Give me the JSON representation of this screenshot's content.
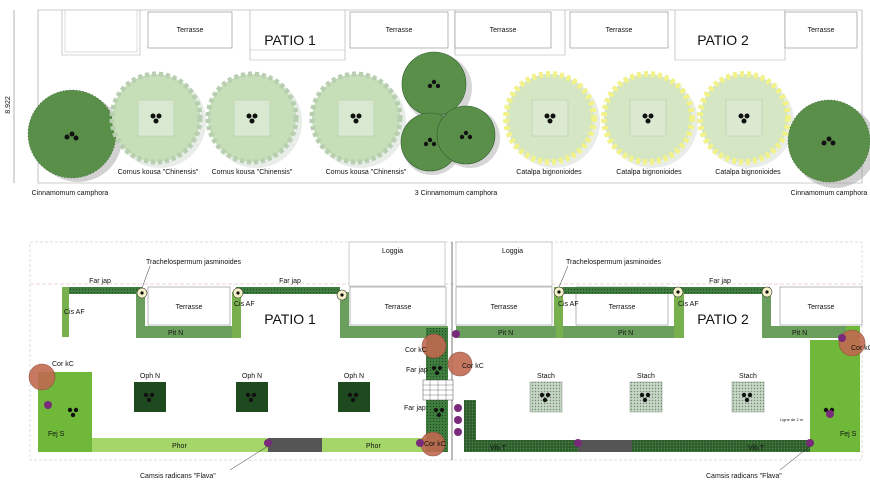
{
  "top": {
    "dimension": "8.922",
    "patio1": "PATIO 1",
    "patio2": "PATIO 2",
    "terrasse": "Terrasse",
    "cornus": "Cornus kousa \"Chinensis\"",
    "catalpa": "Catalpa bignonioides",
    "cinnamomum": "Cinnamomum camphora",
    "cinnamomum3": "3 Cinnamomum camphora"
  },
  "bottom": {
    "patio1": "PATIO 1",
    "patio2": "PATIO 2",
    "terrasse": "Terrasse",
    "loggia": "Loggia",
    "trachelospermum": "Trachelospermum jasminoides",
    "far_jap": "Far jap",
    "cis_af": "Cis AF",
    "pit_n": "Pit N",
    "cor_kc": "Cor kC",
    "oph_n": "Oph N",
    "stach": "Stach",
    "fej_s": "Fej S",
    "phor": "Phor",
    "vib_t": "Vib T",
    "campsis": "Camsis radicans \"Flava\"",
    "ligne": "Ligne de 2 m"
  },
  "colors": {
    "dark_green": "#2e6b2e",
    "hedge": "#6a9e5c",
    "lawn": "#8bc34a",
    "light_strip": "#a5d66a",
    "cornus_foliage": "#c6dfb8",
    "catalpa_flower": "#f2f28a",
    "cor_kc": "#c06a50",
    "campsis_dot": "#7a2a7a"
  }
}
